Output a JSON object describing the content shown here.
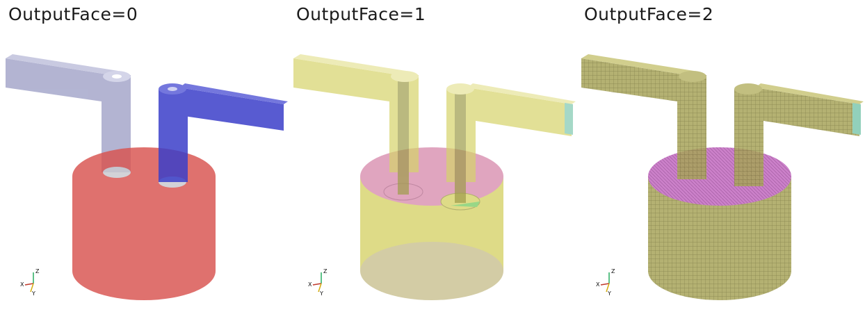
{
  "panels": [
    {
      "title": "OutputFace=0",
      "mode": "surface-by-part"
    },
    {
      "title": "OutputFace=1",
      "mode": "surface-by-face"
    },
    {
      "title": "OutputFace=2",
      "mode": "mesh-wireframe"
    }
  ],
  "axes": {
    "x": "X",
    "y": "Y",
    "z": "Z"
  },
  "colors": {
    "background": "#ffffff",
    "cylinder_red": "#d9534f",
    "pipe_gray": "#9a9cc4",
    "pipe_blue": "#3b3fc9",
    "yellow": "#d6d36a",
    "pink": "#d98fb0",
    "teal": "#7fc8b0",
    "olive": "#9e9c4a",
    "magenta": "#c26ac0",
    "axis_x": "#c0392b",
    "axis_y": "#d4ac0d",
    "axis_z": "#27ae60"
  }
}
